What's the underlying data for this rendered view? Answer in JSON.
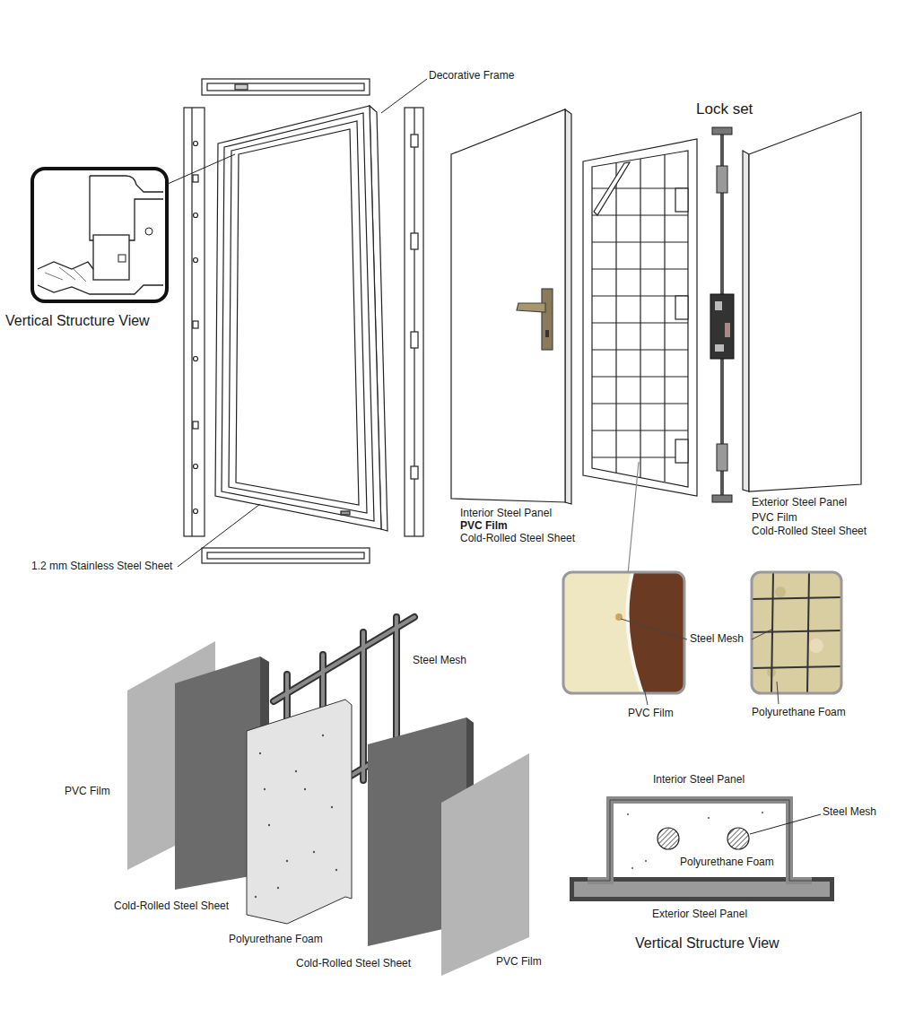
{
  "diagram": {
    "labels": [
      "Decorative Frame",
      "Lock set",
      "Vertical Structure View",
      "Interior Steel Panel",
      "PVC Film",
      "Cold-Rolled Steel Sheet",
      "Exterior Steel Panel",
      "PVC Film",
      "Cold-Rolled Steel Sheet",
      "1.2 mm Stainless Steel Sheet",
      "Steel Mesh",
      "Steel Mesh",
      "PVC Film",
      "Polyurethane Foam",
      "PVC Film",
      "Cold-Rolled Steel Sheet",
      "Polyurethane Foam",
      "Cold-Rolled Steel Sheet",
      "PVC Film",
      "Interior Steel Panel",
      "Steel Mesh",
      "Polyurethane Foam",
      "Exterior Steel Panel",
      "Vertical Structure View"
    ]
  }
}
